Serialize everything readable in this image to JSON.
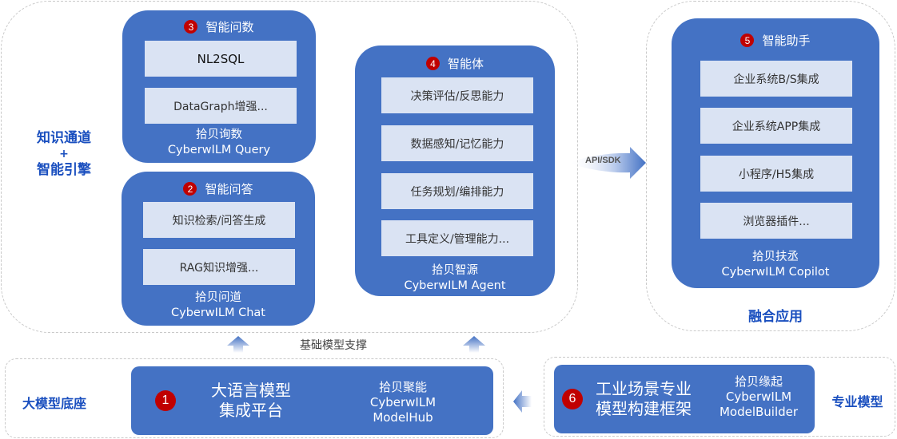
{
  "groups": {
    "knowledge": {
      "label_line1": "知识通道",
      "label_plus": "+",
      "label_line2": "智能引擎"
    },
    "fusion": {
      "label": "融合应用"
    },
    "foundation": {
      "label": "大模型底座"
    },
    "specialized": {
      "label": "专业模型"
    }
  },
  "panels": {
    "query": {
      "badge": "3",
      "title": "智能问数",
      "items": [
        "NL2SQL",
        "DataGraph增强..."
      ],
      "name_cn": "拾贝询数",
      "name_en": "CyberwILM Query"
    },
    "chat": {
      "badge": "2",
      "title": "智能问答",
      "items": [
        "知识检索/问答生成",
        "RAG知识增强..."
      ],
      "name_cn": "拾贝问道",
      "name_en": "CyberwILM Chat"
    },
    "agent": {
      "badge": "4",
      "title": "智能体",
      "items": [
        "决策评估/反思能力",
        "数据感知/记忆能力",
        "任务规划/编排能力",
        "工具定义/管理能力..."
      ],
      "name_cn": "拾贝智源",
      "name_en": "CyberwILM Agent"
    },
    "copilot": {
      "badge": "5",
      "title": "智能助手",
      "items": [
        "企业系统B/S集成",
        "企业系统APP集成",
        "小程序/H5集成",
        "浏览器插件..."
      ],
      "name_cn": "拾贝扶丞",
      "name_en": "CyberwILM Copilot"
    }
  },
  "bars": {
    "modelhub": {
      "badge": "1",
      "title_line1": "大语言模型",
      "title_line2": "集成平台",
      "name_cn": "拾贝聚能",
      "name_en1": "CyberwILM",
      "name_en2": "ModelHub"
    },
    "modelbuilder": {
      "badge": "6",
      "title_line1": "工业场景专业",
      "title_line2": "模型构建框架",
      "name_cn": "拾贝缘起",
      "name_en1": "CyberwILM",
      "name_en2": "ModelBuilder"
    }
  },
  "connectors": {
    "api_arrow": "API/SDK",
    "support_label": "基础模型支撑"
  },
  "colors": {
    "panel_blue": "#4472c4",
    "item_bg": "#dae3f3",
    "badge_red": "#c00000",
    "label_blue": "#1a4fbf"
  }
}
